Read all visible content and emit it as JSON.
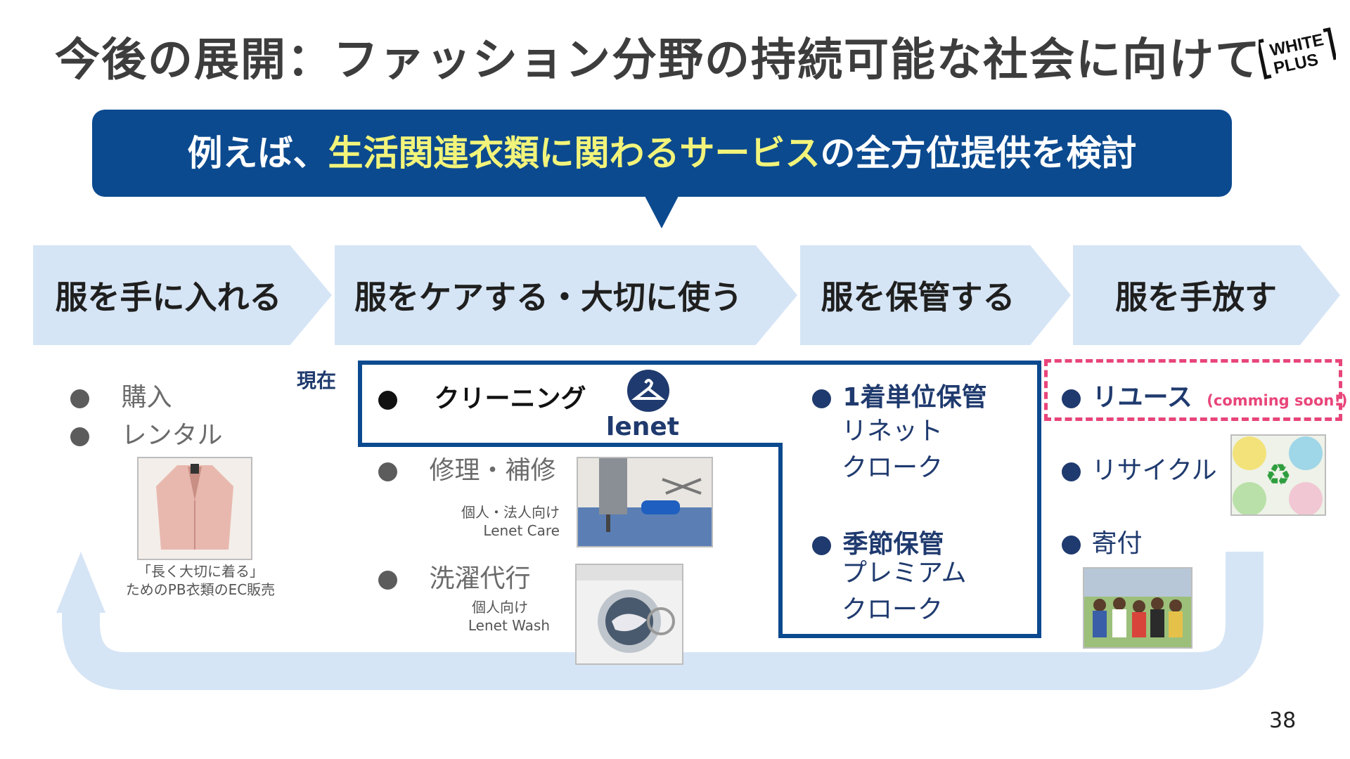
{
  "title": "今後の展開：ファッション分野の持続可能な社会に向けて",
  "logo": {
    "line1": "WHITE",
    "line2": "PLUS"
  },
  "banner": {
    "prefix": "例えば、",
    "highlight": "生活関連衣類に関わるサービス",
    "suffix": "の全方位提供を検討"
  },
  "stages": [
    {
      "label": "服を手に入れる"
    },
    {
      "label": "服をケアする・大切に使う"
    },
    {
      "label": "服を保管する"
    },
    {
      "label": "服を手放す"
    }
  ],
  "acquire": {
    "items": [
      "購入",
      "レンタル"
    ],
    "caption_line1": "「長く大切に着る」",
    "caption_line2": "ためのPB衣類のEC販売"
  },
  "current_label": "現在",
  "care": {
    "cleaning": "クリーニング",
    "lenet_logo": "lenet",
    "repair": "修理・補修",
    "repair_note1": "個人・法人向け",
    "repair_note2": "Lenet Care",
    "laundry": "洗濯代行",
    "laundry_note1": "個人向け",
    "laundry_note2": "Lenet Wash"
  },
  "storage": {
    "item1_title": "1着単位保管",
    "item1_line2": "リネット",
    "item1_line3": "クローク",
    "item2_title": "季節保管",
    "item2_line2": "プレミアム",
    "item2_line3": "クローク"
  },
  "release": {
    "reuse": "リユース",
    "reuse_note": "(comming soon!)",
    "recycle": "リサイクル",
    "donate": "寄付"
  },
  "page_number": "38",
  "colors": {
    "navy": "#0b4a8f",
    "highlight": "#f2f47a",
    "stage_bg": "#d6e5f5",
    "pink_dash": "#e8457a",
    "dark_navy": "#1f3a6e"
  }
}
